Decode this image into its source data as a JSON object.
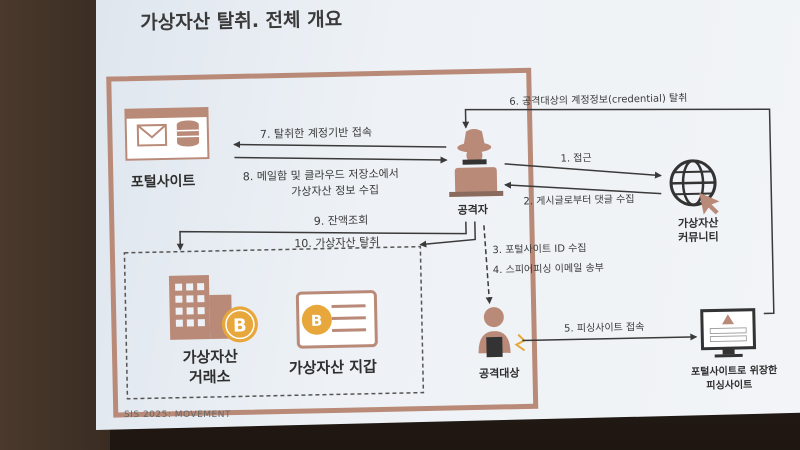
{
  "title": "가상자산 탈취. 전체 개요",
  "footer": "SIS 2025: MOVEMENT",
  "nodes": {
    "portal": "포털사이트",
    "attacker": "공격자",
    "community_line1": "가상자산",
    "community_line2": "커뮤니티",
    "exchange_line1": "가상자산",
    "exchange_line2": "거래소",
    "wallet": "가상자산 지갑",
    "target": "공격대상",
    "phishing_line1": "포털사이트로 위장한",
    "phishing_line2": "피싱사이트"
  },
  "steps": {
    "s1": "1. 접근",
    "s2": "2. 게시글로부터 댓글 수집",
    "s3": "3. 포털사이트 ID 수집",
    "s4": "4. 스피어피싱 이메일 송부",
    "s5": "5. 피싱사이트 접속",
    "s6": "6. 공격대상의 계정정보(credential) 탈취",
    "s7": "7. 탈취한 계정기반 접속",
    "s8_line1": "8. 메일함 및 클라우드 저장소에서",
    "s8_line2": "가상자산 정보 수집",
    "s9": "9. 잔액조회",
    "s10": "10. 가상자산 탈취"
  },
  "colors": {
    "accent": "#b98a78",
    "arrow": "#3a3a3a",
    "bitcoin": "#e8a73a"
  }
}
